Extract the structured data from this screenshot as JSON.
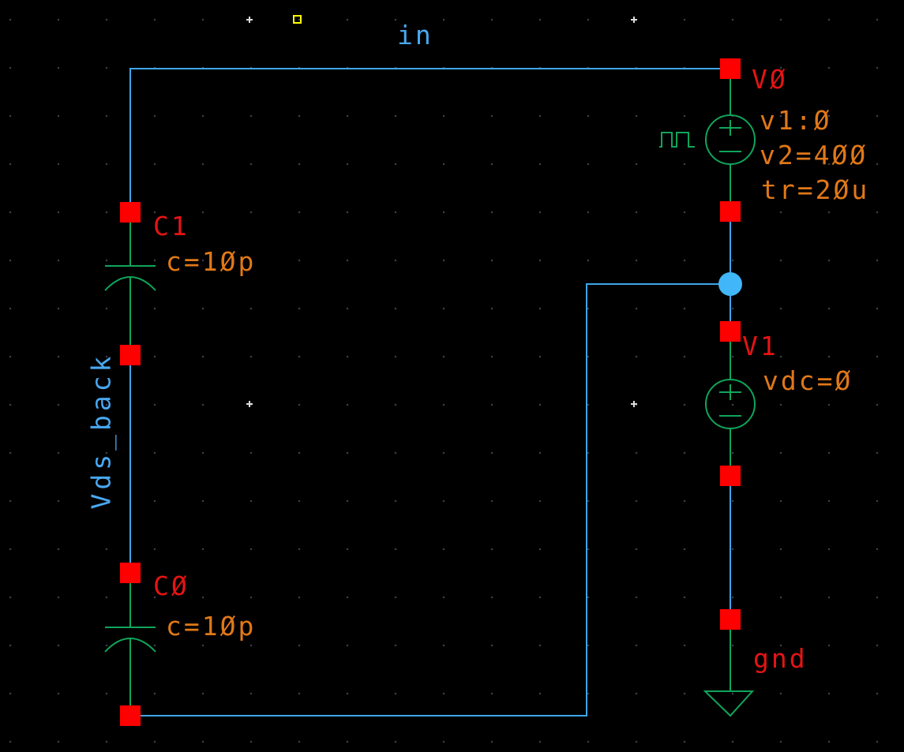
{
  "palette": {
    "background": "#000000",
    "wire_blue": "#3FA6E8",
    "junction_blue": "#41B6F8",
    "device_green": "#0FA55A",
    "pin_red": "#FF0000",
    "instance_label_red": "#E41414",
    "param_label_orange": "#E07818",
    "net_label_blue": "#49A8F0",
    "grid_dot": "#3E3E52",
    "origin_marker_yellow": "#FFFF00"
  },
  "net_labels": {
    "top": "in",
    "left": "Vds_back"
  },
  "instances": {
    "v0": {
      "name": "VØ",
      "symbol": "pulse-voltage-source",
      "params": {
        "v1": "v1:Ø",
        "v2": "v2=4ØØ",
        "tr": "tr=2Øu"
      }
    },
    "v1": {
      "name": "V1",
      "symbol": "dc-voltage-source",
      "params": {
        "vdc": "vdc=Ø"
      }
    },
    "c1": {
      "name": "C1",
      "symbol": "capacitor",
      "params": {
        "c": "c=1Øp"
      }
    },
    "c0": {
      "name": "CØ",
      "symbol": "capacitor",
      "params": {
        "c": "c=1Øp"
      }
    },
    "gnd": {
      "name": "gnd",
      "symbol": "ground"
    }
  }
}
